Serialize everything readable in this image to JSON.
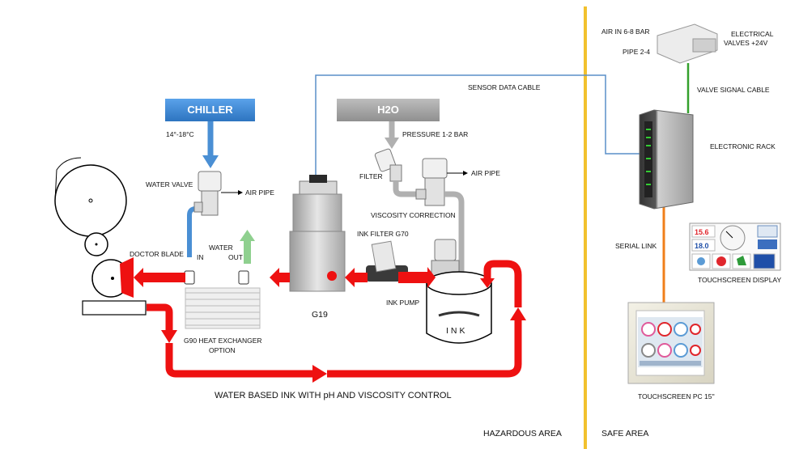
{
  "labels": {
    "chiller": "CHILLER",
    "h2o": "H2O",
    "temp": "14°-18°C",
    "pressure": "PRESSURE 1-2 BAR",
    "water_valve": "WATER VALVE",
    "air_pipe_1": "AIR PIPE",
    "filter": "FILTER",
    "air_pipe_2": "AIR PIPE",
    "viscosity_correction": "VISCOSITY CORRECTION",
    "doctor_blade": "DOCTOR BLADE",
    "water": "WATER",
    "in": "IN",
    "out": "OUT",
    "ink_filter": "INK FILTER G70",
    "ink_pump": "INK PUMP",
    "g19": "G19",
    "heat_exchanger_1": "G90 HEAT EXCHANGER",
    "heat_exchanger_2": "OPTION",
    "ink": "INK",
    "main_title": "WATER BASED INK WITH pH AND VISCOSITY CONTROL",
    "hazardous_area": "HAZARDOUS AREA",
    "safe_area": "SAFE AREA",
    "sensor_cable": "SENSOR DATA CABLE",
    "air_in": "AIR IN 6-8 BAR",
    "pipe": "PIPE 2-4",
    "electrical_1": "ELECTRICAL",
    "electrical_2": "VALVES +24V",
    "valve_signal": "VALVE SIGNAL CABLE",
    "electronic_rack": "ELECTRONIC RACK",
    "serial_link": "SERIAL LINK",
    "touch_display": "TOUCHSCREEN DISPLAY",
    "touch_pc": "TOUCHSCREEN PC 15''",
    "disp_v1": "15.6",
    "disp_v2": "18.0"
  },
  "colors": {
    "red": "#ee1111",
    "blue_pipe": "#4a8fd4",
    "grey_pipe": "#b0b0b0",
    "green_arrow": "#8fd08f",
    "zone_line": "#f2c12e",
    "sensor_cable": "#5a8fc8",
    "valve_cable": "#33a02c",
    "serial_cable": "#f07f1a",
    "chiller_box": "#3d8ad6",
    "h2o_box": "#a8a8a8"
  }
}
